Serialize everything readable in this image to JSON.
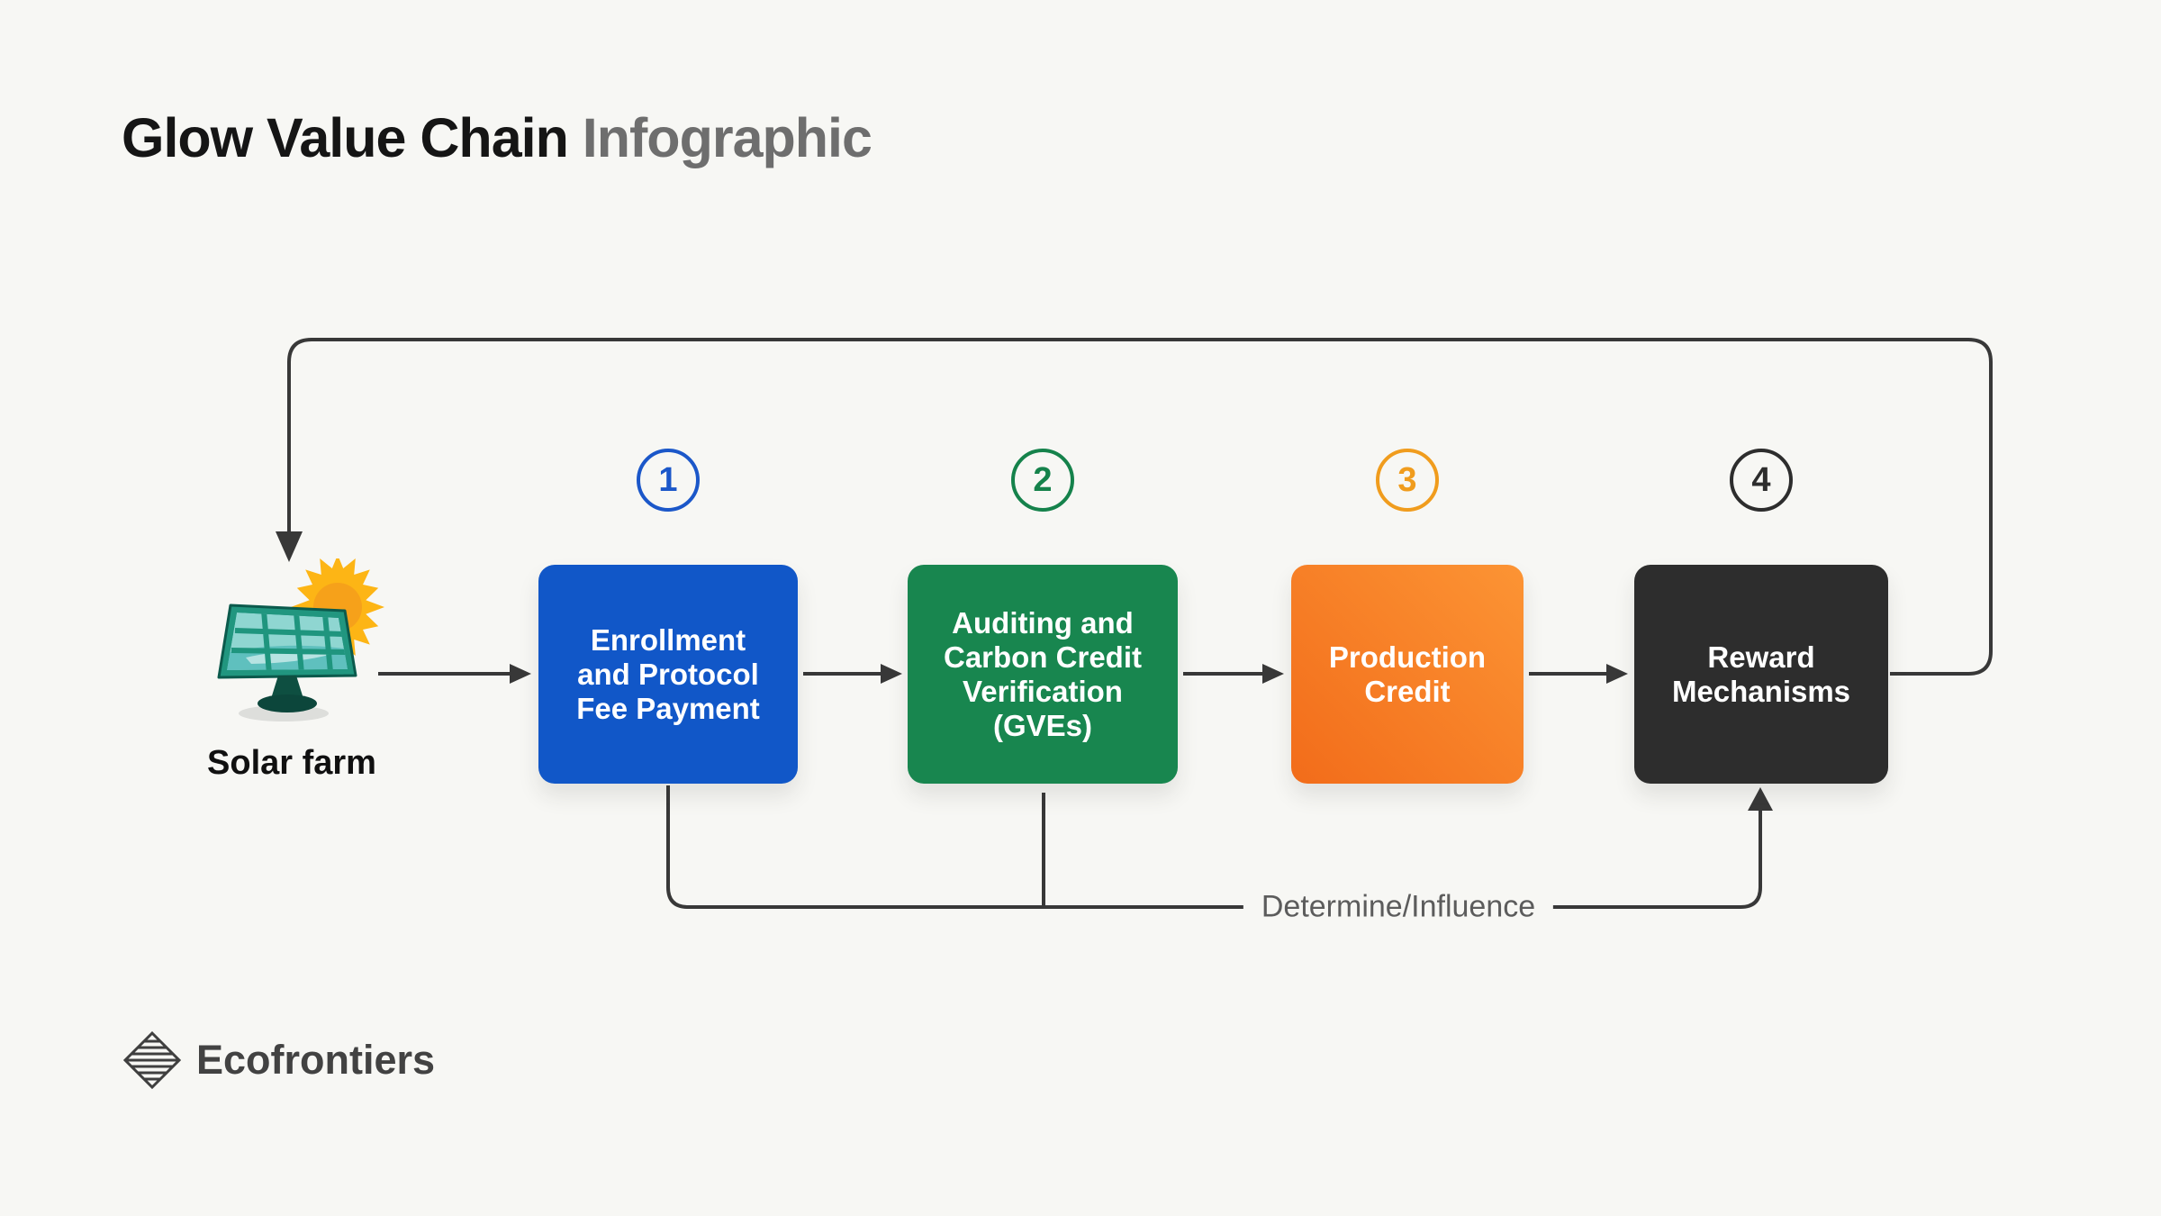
{
  "title": {
    "main": "Glow Value Chain",
    "accent": "Infographic"
  },
  "source": {
    "label": "Solar farm"
  },
  "steps": [
    {
      "number": "1",
      "label": "Enrollment\nand Protocol\nFee Payment",
      "background": "#1157c8",
      "badge_color": "#1b57c9"
    },
    {
      "number": "2",
      "label": "Auditing and\nCarbon Credit\nVerification\n(GVEs)",
      "background": "#18864f",
      "badge_color": "#15824b"
    },
    {
      "number": "3",
      "label": "Production\nCredit",
      "background": "linear-gradient(225deg, #fc9434 0%, #f26c1a 100%)",
      "badge_color": "#f09c1d"
    },
    {
      "number": "4",
      "label": "Reward\nMechanisms",
      "background": "#2d2d2d",
      "badge_color": "#2d2d2d"
    }
  ],
  "annotations": {
    "feedback_label": "Determine/Influence"
  },
  "footer": {
    "brand": "Ecofrontiers"
  },
  "icons": {
    "source": "solar-panel-sun-icon",
    "brand": "diamond-hatch-icon"
  },
  "colors": {
    "background": "#f7f7f4",
    "connector": "#383838",
    "title_accent": "#6e6e6e"
  }
}
